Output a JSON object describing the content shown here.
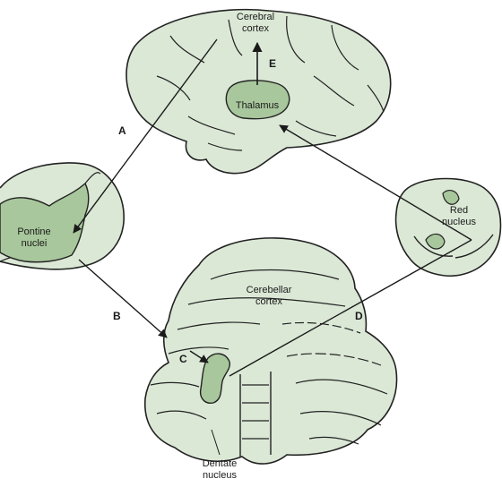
{
  "labels": {
    "cerebral_cortex_1": "Cerebral",
    "cerebral_cortex_2": "cortex",
    "thalamus": "Thalamus",
    "pontine_1": "Pontine",
    "pontine_2": "nuclei",
    "red_1": "Red",
    "red_2": "nucleus",
    "cerebellar_1": "Cerebellar",
    "cerebellar_2": "cortex",
    "dentate_1": "Dentate",
    "dentate_2": "nucleus"
  },
  "pathways": {
    "a": "A",
    "b": "B",
    "c": "C",
    "d": "D",
    "e": "E"
  },
  "colors": {
    "tissue_fill": "#dbe8d6",
    "nucleus_fill": "#a8c79c",
    "outline": "#222222"
  }
}
